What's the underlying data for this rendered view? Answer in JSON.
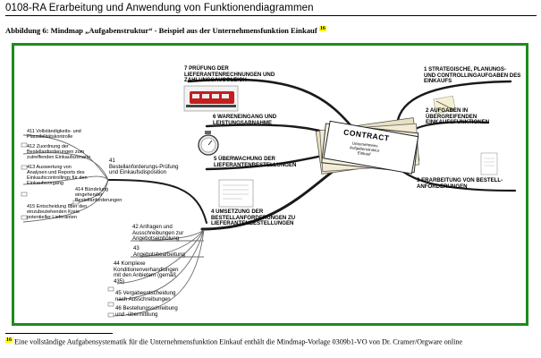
{
  "page": {
    "title": "0108-RA Erarbeitung und Anwendung von Funktionendiagrammen"
  },
  "caption": {
    "text": "Abbildung 6: Mindmap „Aufgabenstruktur“ - Beispiel aus der Unternehmensfunktion Einkauf",
    "footnote_ref": "16"
  },
  "mindmap": {
    "center": {
      "label": "CONTRACT",
      "sub": "Unternehmens\nAufgabenstruktur\nEinkauf"
    },
    "branches": {
      "b1": "1  STRATEGISCHE, PLANUNGS-\nUND CONTROLLINGAUFGABEN DES\nEINKAUFS",
      "b2": "2  AUFGABEN IN\nÜBERGREIFENDEN\nEINKAUFSFUNKTIONEN",
      "b3": "3  ERARBEITUNG VON BESTELL-\nANFORDERUNGEN",
      "b4": "4  UMSETZUNG DER\nBESTELLANFORDERUNGEN ZU\nLIEFERANTENBESTELLUNGEN",
      "b5": "5  ÜBERWACHUNG DER\nLIEFERANTENBESTELLUNGEN",
      "b6": "6  WARENEINGANG UND\nLEISTUNGSABNAHME",
      "b7": "7  PRÜFUNG DER\nLIEFERANTENRECHNUNGEN UND\nZAHLUNGSAUSGLEICH"
    },
    "sub_41": "41\nBestellanforderungs-Prüfung\nund Einkaufsdisposition",
    "items_41": {
      "i411": "411  Vollständigkeits- und\nPlausibilitätskontrolle",
      "i412": "412  Zuordnung der\nBestellanforderungen zum\nzutreffenden Einkaufszenario",
      "i413": "413  Auswertung von\nAnalysen und Reports des\nEinkaufscontrollings für den\nEinkaufsvorgang",
      "i414": "414  Bündelung\neingehender\nBestellanforderungen",
      "i415": "415  Entscheidung über den\neinzubeziehenden Kreis\npotentieller Lieferanten"
    },
    "items_4x": {
      "i42": "42  Anfragen und\nAusschreibungen zur\nAngebotseinholung",
      "i43": "43\nAngebotsbearbeitung",
      "i44": "44  Komplexe\nKonditionenverhandlungen\nmit den Anbietern (gemäß\n435)",
      "i45": "45  Vergabeentscheidung\nnach Ausschreibungen",
      "i46": "46  Bestellungsschreibung\nund -übermittlung"
    },
    "colors": {
      "frame": "#1d8c1d",
      "branch": "#1a1a1a",
      "sub_line": "#6b6b6b"
    }
  },
  "footnote": {
    "number": "16",
    "text": "Eine vollständige Aufgabensystematik für die Unternehmensfunktion Einkauf enthält die Mindmap-Vorlage 0309b1-VO von Dr. Cramer/Orgware online"
  }
}
